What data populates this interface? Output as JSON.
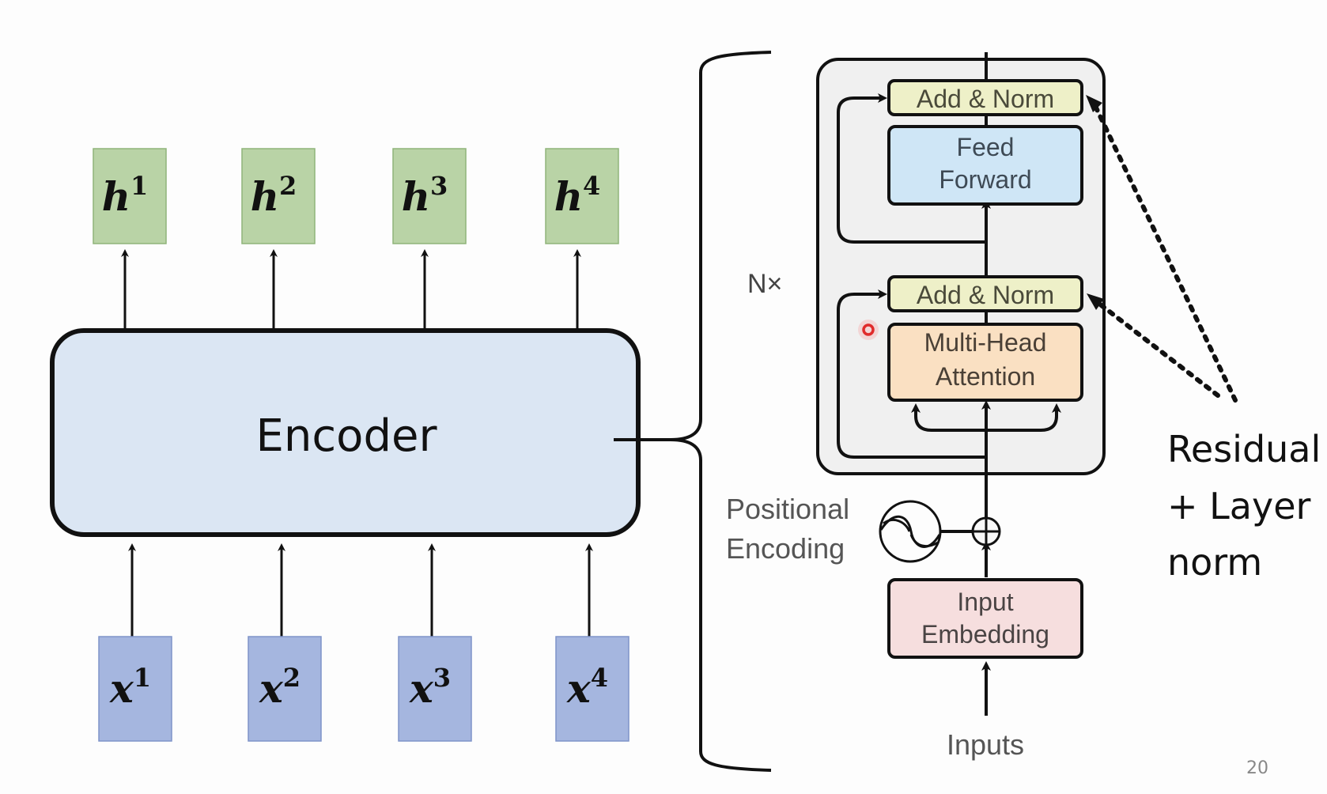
{
  "left": {
    "encoder_label": "Encoder",
    "outputs": [
      {
        "base": "h",
        "sup": "1"
      },
      {
        "base": "h",
        "sup": "2"
      },
      {
        "base": "h",
        "sup": "3"
      },
      {
        "base": "h",
        "sup": "4"
      }
    ],
    "inputs": [
      {
        "base": "x",
        "sup": "1"
      },
      {
        "base": "x",
        "sup": "2"
      },
      {
        "base": "x",
        "sup": "3"
      },
      {
        "base": "x",
        "sup": "4"
      }
    ]
  },
  "transformer": {
    "repeat_label": "N×",
    "add_norm_top": "Add & Norm",
    "feed_forward": [
      "Feed",
      "Forward"
    ],
    "add_norm_bottom": "Add & Norm",
    "multi_head": [
      "Multi-Head",
      "Attention"
    ],
    "positional_encoding": [
      "Positional",
      "Encoding"
    ],
    "input_embedding": [
      "Input",
      "Embedding"
    ],
    "inputs_label": "Inputs"
  },
  "annotation": {
    "lines": [
      "Residual",
      "+ Layer",
      "norm"
    ]
  },
  "page_number": "20",
  "colors": {
    "output_box": "#b9d3a6",
    "output_border": "#8fb47a",
    "input_box": "#a5b6df",
    "input_border": "#7f94c9",
    "encoder_fill": "#dbe6f3",
    "block_fill": "#f0f0f0",
    "add_norm": "#eef0c8",
    "feed_forward": "#cfe6f6",
    "multi_head": "#fae0c2",
    "input_embedding": "#f6dede"
  }
}
